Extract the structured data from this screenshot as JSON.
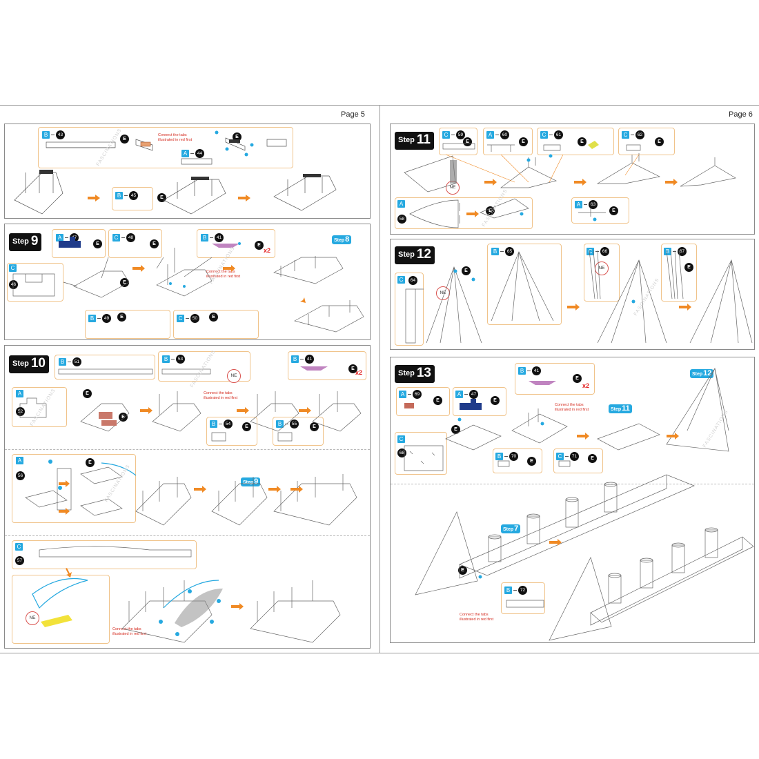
{
  "page5": {
    "number": "Page 5",
    "top_panel": {
      "labels": [
        {
          "letter": "B",
          "num": "43"
        },
        {
          "letter": "A",
          "num": "44"
        },
        {
          "letter": "B",
          "num": "45"
        }
      ],
      "note": "Connect the tabs\nillustrated in red first"
    },
    "step9": {
      "word": "Step",
      "number": "9",
      "labels": [
        {
          "letter": "A",
          "num": "47"
        },
        {
          "letter": "C",
          "num": "48"
        },
        {
          "letter": "B",
          "num": "41"
        },
        {
          "letter": "C",
          "num": "46"
        },
        {
          "letter": "B",
          "num": "49"
        },
        {
          "letter": "C",
          "num": "50"
        }
      ],
      "multiplier": "x2",
      "note": "Connect the tabs\nillustrated in red first",
      "ref": {
        "word": "Step",
        "number": "8"
      }
    },
    "step10": {
      "word": "Step",
      "number": "10",
      "labels": [
        {
          "letter": "B",
          "num": "51"
        },
        {
          "letter": "B",
          "num": "53"
        },
        {
          "letter": "B",
          "num": "41"
        },
        {
          "letter": "A",
          "num": "52"
        },
        {
          "letter": "B",
          "num": "54"
        },
        {
          "letter": "B",
          "num": "55"
        },
        {
          "letter": "A",
          "num": "56"
        },
        {
          "letter": "C",
          "num": "57"
        }
      ],
      "multiplier": "x2",
      "note": "Connect the tabs\nillustrated in red first",
      "note2": "Connect the tabs\nillustrated in red first",
      "ne": "NE",
      "ref": {
        "word": "Step",
        "number": "9"
      }
    }
  },
  "page6": {
    "number": "Page 6",
    "step11": {
      "word": "Step",
      "number": "11",
      "labels": [
        {
          "letter": "C",
          "num": "59"
        },
        {
          "letter": "A",
          "num": "60"
        },
        {
          "letter": "C",
          "num": "61"
        },
        {
          "letter": "C",
          "num": "62"
        },
        {
          "letter": "A",
          "num": "58"
        },
        {
          "letter": "A",
          "num": "63"
        }
      ],
      "ne": "NE"
    },
    "step12": {
      "word": "Step",
      "number": "12",
      "labels": [
        {
          "letter": "B",
          "num": "65"
        },
        {
          "letter": "C",
          "num": "66"
        },
        {
          "letter": "B",
          "num": "67"
        },
        {
          "letter": "C",
          "num": "64"
        }
      ],
      "ne": "NE"
    },
    "step13": {
      "word": "Step",
      "number": "13",
      "labels": [
        {
          "letter": "B",
          "num": "41"
        },
        {
          "letter": "A",
          "num": "69"
        },
        {
          "letter": "A",
          "num": "47"
        },
        {
          "letter": "C",
          "num": "68"
        },
        {
          "letter": "B",
          "num": "70"
        },
        {
          "letter": "C",
          "num": "71"
        },
        {
          "letter": "B",
          "num": "72"
        }
      ],
      "multiplier": "x2",
      "note": "Connect the tabs\nillustrated in red first",
      "note2": "Connect the tabs\nillustrated in red first",
      "ref11": {
        "word": "Step",
        "number": "11"
      },
      "ref12": {
        "word": "Step",
        "number": "12"
      },
      "ref7": {
        "word": "Step",
        "number": "7"
      }
    }
  },
  "common": {
    "e_marker": "E",
    "watermark": "FASCINATIONS"
  },
  "colors": {
    "accent": "#26a9e0",
    "arrow": "#f08a24",
    "note": "#d42a1e",
    "box_border": "#f0c38a"
  }
}
